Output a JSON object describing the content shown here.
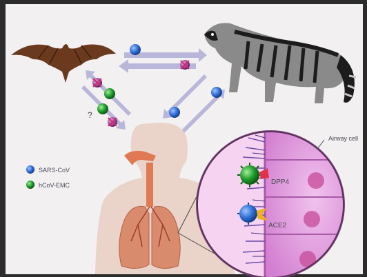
{
  "legend": {
    "sars_label": "SARS-CoV",
    "hcov_label": "hCoV-EMC"
  },
  "labels": {
    "airway": "Airway cell",
    "dpp4": "DPP4",
    "ace2": "ACE2",
    "question": "?"
  },
  "colors": {
    "sars": "#2f6fd6",
    "hcov": "#1f9a2a",
    "arrow": "#b9b7d9",
    "background": "#f3f0f1",
    "cell": "#d98ad8",
    "lung": "#d98b6e"
  }
}
